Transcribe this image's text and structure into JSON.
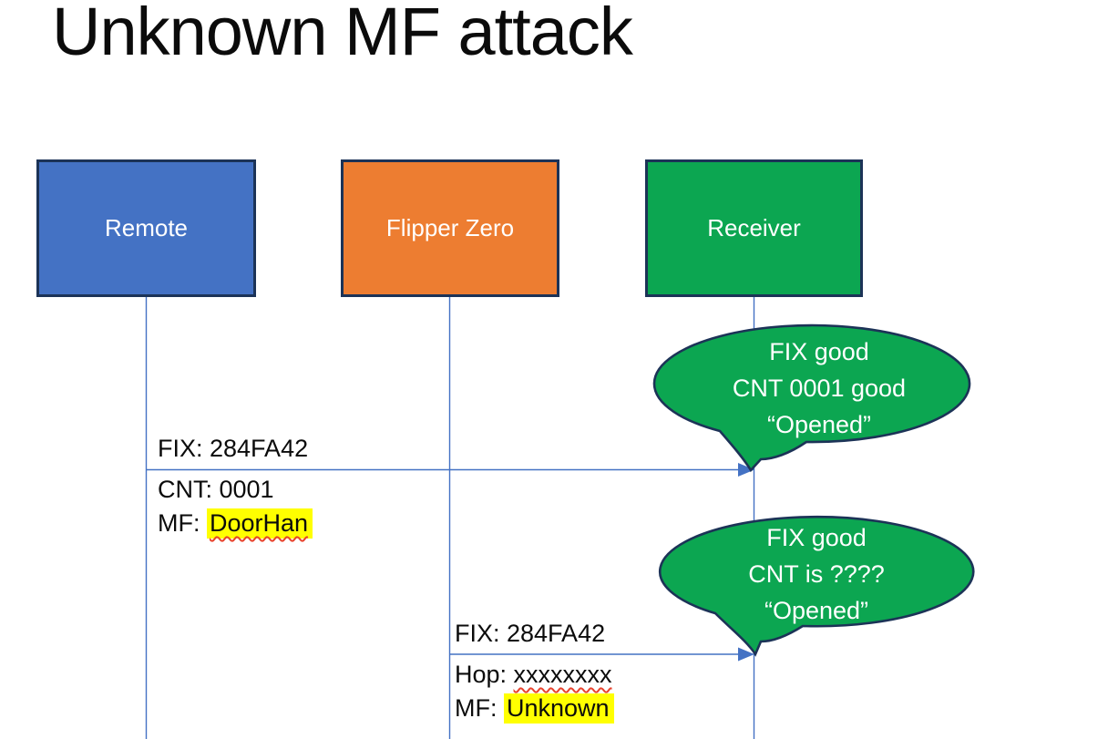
{
  "slide_title": "Unknown MF attack",
  "actors": [
    {
      "id": "remote",
      "label": "Remote"
    },
    {
      "id": "flipper",
      "label": "Flipper Zero"
    },
    {
      "id": "receiver",
      "label": "Receiver"
    }
  ],
  "messages": [
    {
      "from": "Remote",
      "to": "Receiver",
      "above": "FIX: 284FA42",
      "line1": "CNT: 0001",
      "line2_prefix": "MF: ",
      "line2_value": "DoorHan"
    },
    {
      "from": "Flipper Zero",
      "to": "Receiver",
      "above": "FIX: 284FA42",
      "line1_prefix": "Hop: ",
      "line1_value": "xxxxxxxx",
      "line2_prefix": "MF: ",
      "line2_value": "Unknown"
    }
  ],
  "callouts": [
    {
      "lines": [
        "FIX good",
        "CNT 0001 good",
        "“Opened”"
      ]
    },
    {
      "lines": [
        "FIX good",
        "CNT is ????",
        "“Opened”"
      ]
    }
  ],
  "colors": {
    "actor_remote": "#4472C4",
    "actor_flipper": "#ED7D31",
    "actor_receiver": "#0CA651",
    "shape_border": "#1C3357",
    "line_blue": "#4472C4",
    "highlight_yellow": "#FFFF00",
    "spellcheck_red": "#E8432E",
    "text_dark": "#0B0B0B",
    "text_light": "#FFFFFF"
  }
}
